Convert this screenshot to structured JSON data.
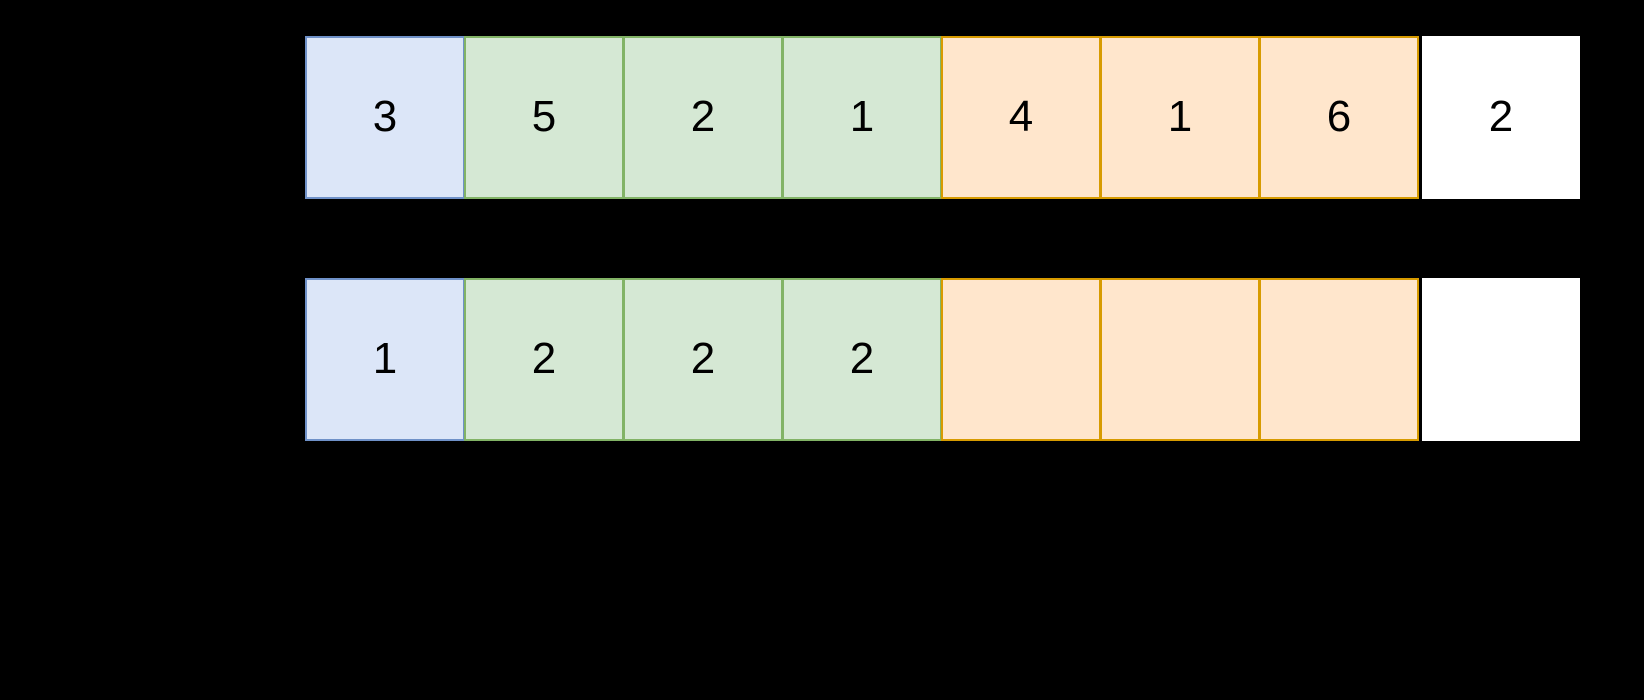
{
  "background_color": "#000000",
  "palette": {
    "blue_fill": "#dce6f8",
    "blue_stroke": "#6f91c8",
    "green_fill": "#d5e8d4",
    "green_stroke": "#82b366",
    "orange_fill": "#ffe6cc",
    "orange_stroke": "#d79b00",
    "white_fill": "#ffffff",
    "text_color": "#000000"
  },
  "diagram": {
    "type": "array-cells",
    "rows": [
      {
        "name": "top-array",
        "cells": [
          {
            "value": "3",
            "color": "blue"
          },
          {
            "value": "5",
            "color": "green"
          },
          {
            "value": "2",
            "color": "green"
          },
          {
            "value": "1",
            "color": "green"
          },
          {
            "value": "4",
            "color": "orange"
          },
          {
            "value": "1",
            "color": "orange"
          },
          {
            "value": "6",
            "color": "orange"
          },
          {
            "value": "2",
            "color": "white"
          }
        ]
      },
      {
        "name": "bottom-array",
        "cells": [
          {
            "value": "1",
            "color": "blue"
          },
          {
            "value": "2",
            "color": "green"
          },
          {
            "value": "2",
            "color": "green"
          },
          {
            "value": "2",
            "color": "green"
          },
          {
            "value": "",
            "color": "orange"
          },
          {
            "value": "",
            "color": "orange"
          },
          {
            "value": "",
            "color": "orange"
          },
          {
            "value": "",
            "color": "white"
          }
        ]
      }
    ]
  }
}
